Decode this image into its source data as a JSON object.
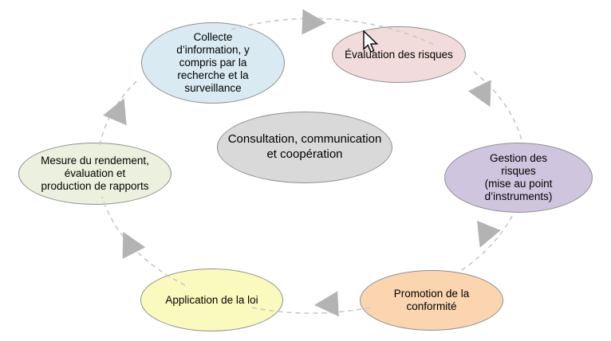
{
  "diagram": {
    "title_hint": "cycle-diagram",
    "flow_direction": "clockwise",
    "center": {
      "label": "Consultation, communication\net coopération",
      "color": "#d9d9d9"
    },
    "nodes": [
      {
        "id": "collecte",
        "label": "Collecte\nd’information, y\ncompris par la\nrecherche et la\nsurveillance",
        "color": "#d9eaf2"
      },
      {
        "id": "evaluation",
        "label": "Évaluation des risques",
        "color": "#f2dcdb"
      },
      {
        "id": "gestion",
        "label": "Gestion des\nrisques\n(mise au point\nd’instruments)",
        "color": "#d0c5de"
      },
      {
        "id": "promotion",
        "label": "Promotion de la\nconformité",
        "color": "#fbd5b0"
      },
      {
        "id": "application",
        "label": "Application de la loi",
        "color": "#fafabe"
      },
      {
        "id": "mesure",
        "label": "Mesure du rendement,\névaluation et\nproduction de rapports",
        "color": "#ebf1de"
      }
    ],
    "colors": {
      "node_border": "#8f8f8f",
      "dash": "#c9c9c9",
      "arrow": "#b3b3b3",
      "background": "#ffffff",
      "text": "#000000"
    }
  },
  "cursor": {
    "icon": "mouse-pointer"
  }
}
